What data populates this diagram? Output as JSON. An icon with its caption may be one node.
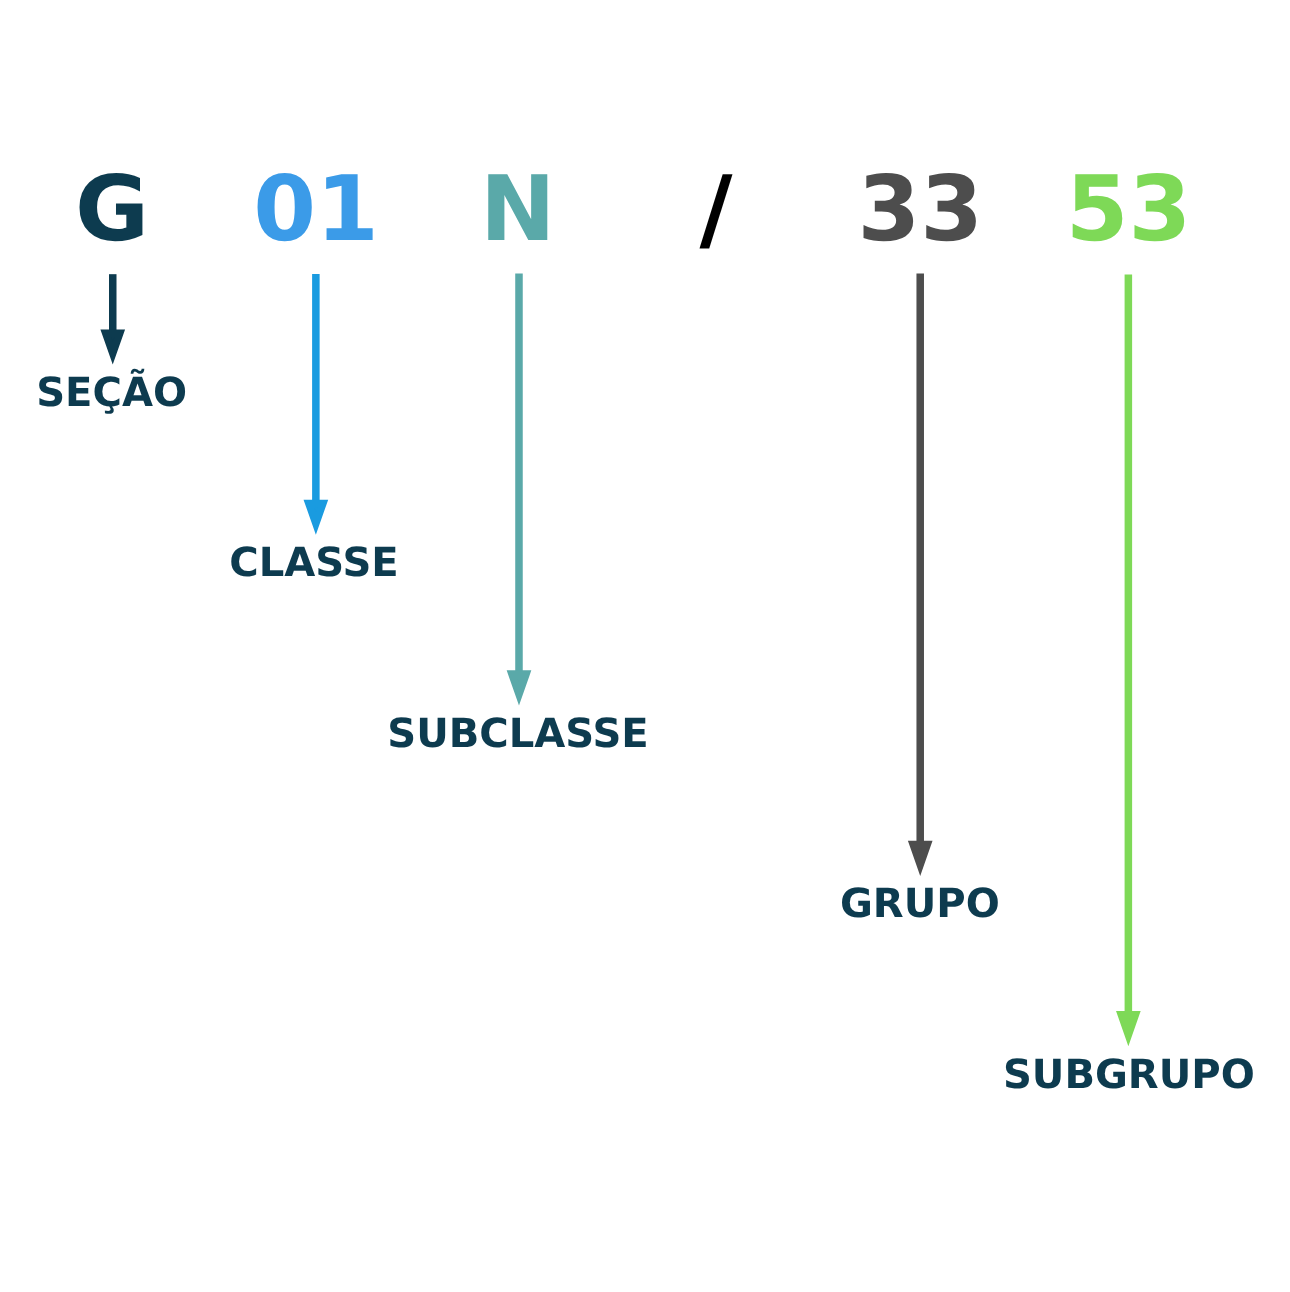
{
  "diagram": {
    "nodes": [
      {
        "text": [
          "G"
        ]
      },
      {
        "text": [
          "01"
        ]
      },
      {
        "text": [
          "N"
        ]
      },
      {
        "text": [
          "33"
        ]
      },
      {
        "text": [
          "53"
        ]
      },
      {
        "text": [
          "SEÇÃO"
        ]
      },
      {
        "text": [
          "CLASSE"
        ]
      },
      {
        "text": [
          "SUBCLASSE"
        ]
      },
      {
        "text": [
          "GRUPO"
        ]
      },
      {
        "text": [
          "SUBGRUPO"
        ]
      }
    ],
    "edges": [
      {
        "from": 0,
        "to": 5,
        "arrow": "to",
        "color": "#0d3b4f"
      },
      {
        "from": 1,
        "to": 6,
        "arrow": "to",
        "color": "#1a9be0"
      },
      {
        "from": 2,
        "to": 7,
        "arrow": "to",
        "color": "#5aa9a9"
      },
      {
        "from": 3,
        "to": 8,
        "arrow": "to",
        "color": "#4d4d4d"
      },
      {
        "from": 4,
        "to": 9,
        "arrow": "to",
        "color": "#7ed957"
      }
    ],
    "labels": [
      "/"
    ]
  }
}
